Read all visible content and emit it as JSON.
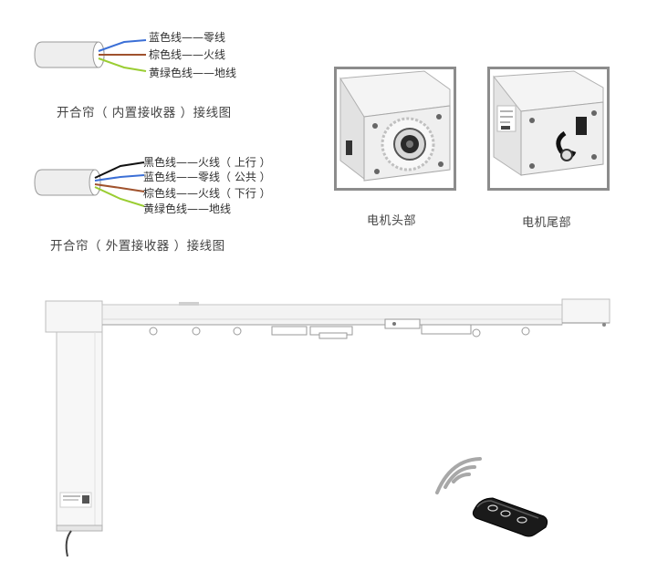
{
  "internal_receiver": {
    "wires": [
      {
        "label": "蓝色线——零线",
        "color": "#3b6fd6"
      },
      {
        "label": "棕色线——火线",
        "color": "#a0522d"
      },
      {
        "label": "黄绿色线——地线",
        "color": "#9acd32"
      }
    ],
    "caption": "开合帘（ 内置接收器 ）接线图"
  },
  "external_receiver": {
    "wires": [
      {
        "label": "黑色线——火线（ 上行 ）",
        "color": "#111111"
      },
      {
        "label": "蓝色线——零线（ 公共 ）",
        "color": "#3b6fd6"
      },
      {
        "label": "棕色线——火线（ 下行 ）",
        "color": "#a0522d"
      },
      {
        "label": "黄绿色线——地线",
        "color": "#9acd32"
      }
    ],
    "caption": "开合帘（ 外置接收器 ）接线图"
  },
  "photos": {
    "motor_head_caption": "电机头部",
    "motor_tail_caption": "电机尾部"
  },
  "colors": {
    "photo_frame": "#8c8c8c",
    "cable_sheath": "#e9e9e9",
    "rail": "#f2f2f2",
    "remote": "#1a1a1a"
  }
}
